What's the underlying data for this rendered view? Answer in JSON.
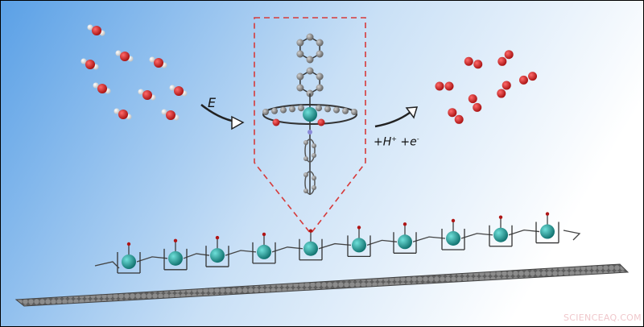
{
  "figure": {
    "energy_label": "E",
    "products_label_h": "+H",
    "products_label_h_sup": "+",
    "products_label_e": "+e",
    "products_label_e_sup": "-",
    "watermark": "SCIENCEAQ.COM"
  },
  "colors": {
    "background_left": "#5aa0e6",
    "background_right": "#ffffff",
    "oxygen": "#cc1f1f",
    "hydrogen": "#f2f2f2",
    "metal_center": "#1e9e9a",
    "carbon": "#8a8a8a",
    "surface": "#6e6e6e",
    "dashed_outline": "#d63a3a"
  }
}
